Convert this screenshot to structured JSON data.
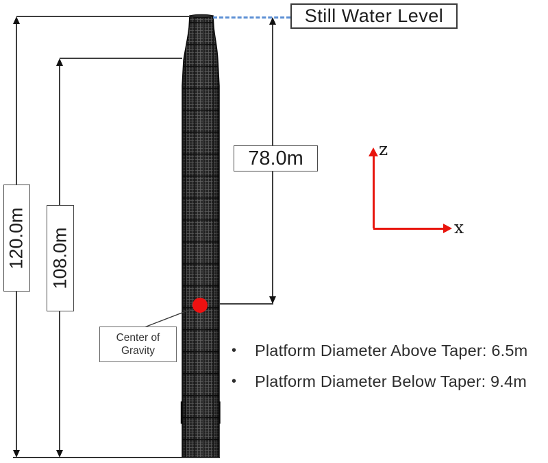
{
  "figure": {
    "water_level": {
      "label": "Still Water Level"
    },
    "dimensions": {
      "overall_height": "120.0m",
      "below_taper_height": "108.0m",
      "draft_to_cg": "78.0m"
    },
    "center_of_gravity": {
      "line1": "Center of",
      "line2": "Gravity"
    },
    "axes": {
      "z_label": "z",
      "x_label": "x"
    },
    "notes": {
      "bullet_glyph": "•",
      "items": [
        "Platform Diameter Above Taper: 6.5m",
        "Platform Diameter Below Taper: 9.4m"
      ]
    },
    "colors": {
      "axis_red": "#e8150d",
      "cg_dot_red": "#ee1111",
      "water_dash_blue": "#5b8fd4",
      "dimension_line_gray": "#3f3f3f",
      "mesh_dark": "#232323"
    }
  }
}
